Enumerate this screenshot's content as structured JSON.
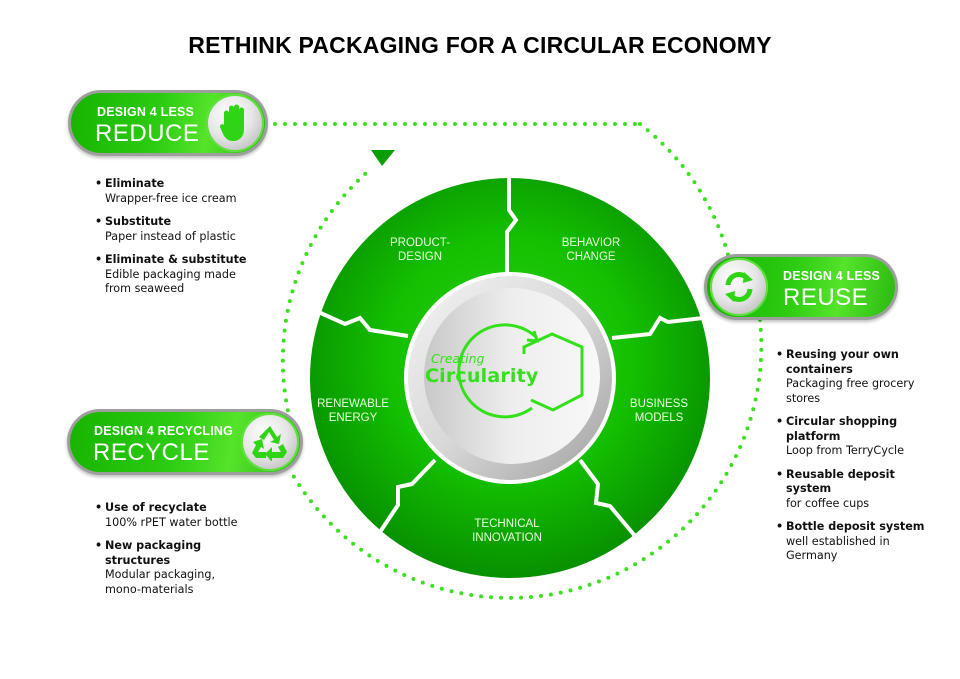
{
  "title": "RETHINK PACKAGING FOR A CIRCULAR ECONOMY",
  "colors": {
    "green_dark": "#0a9e00",
    "green_mid": "#1fc40a",
    "green_bright": "#3be01e",
    "dots": "#3be01e",
    "gray": "#bdbdbd",
    "text": "#111111"
  },
  "reduce": {
    "subtitle": "DESIGN 4 LESS",
    "label": "REDUCE",
    "icon": "hand-stop-icon",
    "items": [
      {
        "heading": "Eliminate",
        "detail": "Wrapper-free ice cream"
      },
      {
        "heading": "Substitute",
        "detail": "Paper instead of plastic"
      },
      {
        "heading": "Eliminate & substitute",
        "detail": "Edible packaging made from seaweed"
      }
    ]
  },
  "reuse": {
    "subtitle": "DESIGN 4 LESS",
    "label": "REUSE",
    "icon": "refresh-arrows-icon",
    "items": [
      {
        "heading": "Reusing your own containers",
        "detail": "Packaging free grocery stores"
      },
      {
        "heading": "Circular shopping platform",
        "detail": "Loop from TerryCycle"
      },
      {
        "heading": "Reusable deposit system",
        "detail": "for coffee cups"
      },
      {
        "heading": "Bottle deposit system",
        "detail": "well established in Germany"
      }
    ]
  },
  "recycle": {
    "subtitle": "DESIGN 4 RECYCLING",
    "label": "RECYCLE",
    "icon": "recycle-icon",
    "items": [
      {
        "heading": "Use of recyclate",
        "detail": "100% rPET water bottle"
      },
      {
        "heading": "New packaging structures",
        "detail": "Modular packaging, mono-materials"
      }
    ]
  },
  "wheel": {
    "segments": [
      {
        "line1": "PRODUCT-",
        "line2": "DESIGN"
      },
      {
        "line1": "BEHAVIOR",
        "line2": "CHANGE"
      },
      {
        "line1": "BUSINESS",
        "line2": "MODELS"
      },
      {
        "line1": "TECHNICAL",
        "line2": "INNOVATION"
      },
      {
        "line1": "RENEWABLE",
        "line2": "ENERGY"
      }
    ],
    "center": {
      "line1": "Creating",
      "line2": "Circularity"
    }
  }
}
